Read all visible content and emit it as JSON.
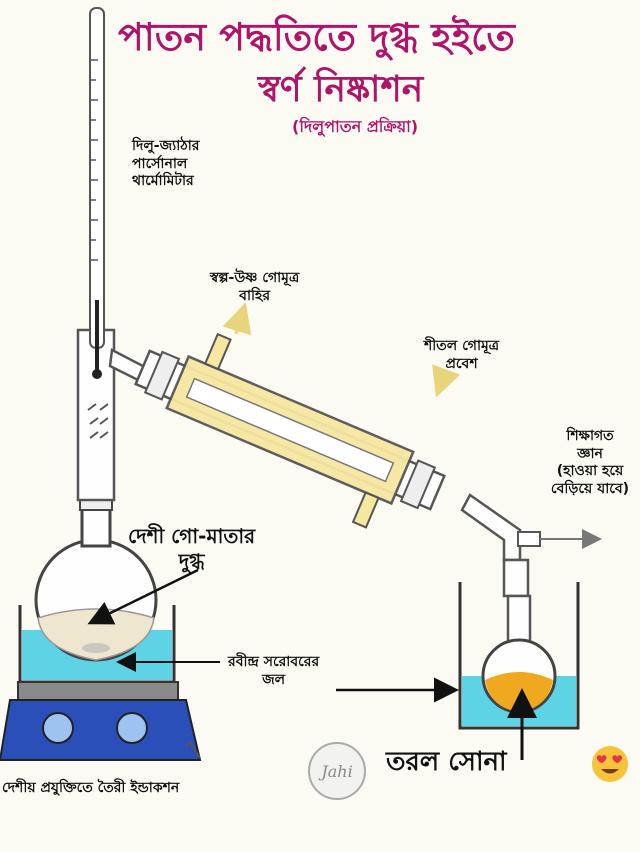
{
  "title": {
    "line1": "পাতন পদ্ধতিতে দুগ্ধ হইতে",
    "line2": "স্বর্ণ নিষ্কাশন",
    "subtitle": "(দিলুপাতন প্রক্রিয়া)"
  },
  "labels": {
    "thermometer": [
      "দিলু-জ্যাঠার",
      "পার্সোনাল",
      "থার্মোমিটার"
    ],
    "warm_out": [
      "স্বল্প-উষ্ণ গোমূত্র",
      "বাহির"
    ],
    "cold_in": [
      "শীতল গোমূত্র",
      "প্রবেশ"
    ],
    "knowledge": [
      "শিক্ষাগত",
      "জ্ঞান",
      "(হাওয়া হয়ে",
      "বেড়িয়ে যাবে)"
    ],
    "milk": [
      "দেশী গো-মাতার",
      "দুগ্ধ"
    ],
    "water": [
      "রবীন্দ্র সরোবরের",
      "জল"
    ],
    "gold": "তরল সোনা",
    "heater": "দেশীয় প্রযুক্তিতে তৈরী ইন্ডাকশন",
    "watermark": "Jahi"
  },
  "icons": {
    "arrow": "arrow-icon",
    "emoji": "heart-eyes-emoji-icon"
  },
  "colors": {
    "title": "#b0136a",
    "water": "#5fd3e6",
    "milk": "#efe6cf",
    "gold": "#f0a81e",
    "heater_body": "#2b4fb8",
    "heater_top": "#7a7a7a",
    "condenser": "#f6e7a0"
  }
}
